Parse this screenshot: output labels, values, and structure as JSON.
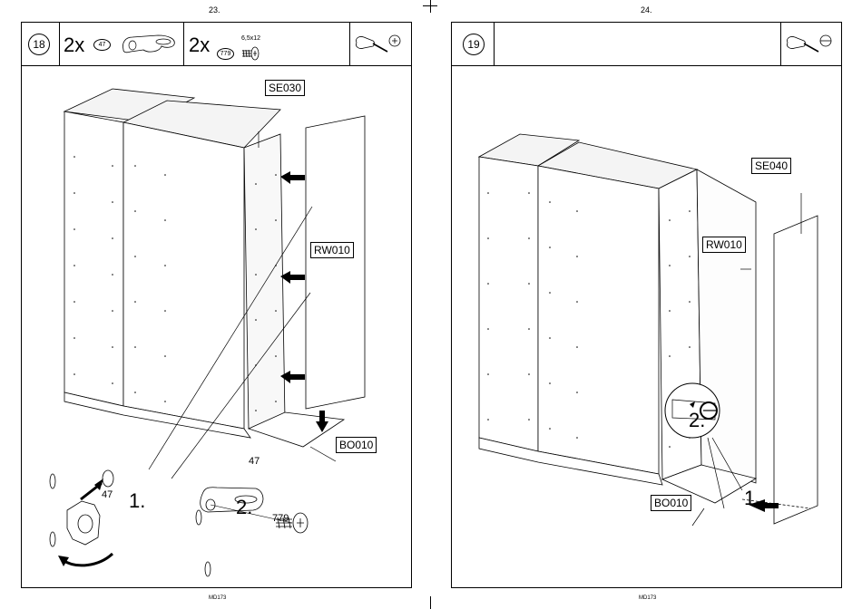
{
  "left_page": {
    "page_number": "23.",
    "step_number": "18",
    "parts": [
      {
        "quantity": "2x",
        "part_number": "47"
      },
      {
        "quantity": "2x",
        "part_number": "779",
        "size": "6,5x12"
      }
    ],
    "tool_icons": [
      "screwdriver-icon",
      "phillips-head-icon"
    ],
    "labels": {
      "se": "SE030",
      "rw": "RW010",
      "bo": "BO010"
    },
    "detail": {
      "step1": "1.",
      "step2": "2.",
      "part_47_a": "47",
      "part_47_b": "47",
      "part_779": "779"
    },
    "footer": "MD173"
  },
  "right_page": {
    "page_number": "24.",
    "step_number": "19",
    "tool_icons": [
      "screwdriver-icon",
      "flathead-icon"
    ],
    "labels": {
      "se": "SE040",
      "rw": "RW010",
      "bo": "BO010"
    },
    "detail": {
      "step1": "1.",
      "step2": "2."
    },
    "footer": "MD173"
  }
}
